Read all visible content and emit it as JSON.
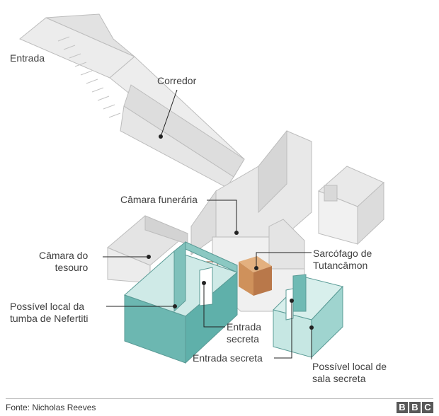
{
  "labels": {
    "entrada": "Entrada",
    "corredor": "Corredor",
    "camara_funeraria": "Câmara funerária",
    "camara_tesouro": [
      "Câmara do",
      "tesouro"
    ],
    "sarcofago": [
      "Sarcófago de",
      "Tutancâmon"
    ],
    "nefertiti": [
      "Possível local da",
      "tumba de Nefertiti"
    ],
    "entrada_secreta_1": [
      "Entrada",
      "secreta"
    ],
    "entrada_secreta_2": "Entrada secreta",
    "sala_secreta": [
      "Possível local de",
      "sala secreta"
    ]
  },
  "footer": {
    "source": "Fonte: Nicholas Reeves",
    "logo": [
      "B",
      "B",
      "C"
    ]
  },
  "colors": {
    "room_face_light": "#ededed",
    "room_face_mid": "#d7d7d7",
    "room_edge": "#bdbdbd",
    "teal_dark": "#5fb0aa",
    "teal_light": "#bfe3df",
    "sarcophagus": "#cf915b",
    "pointer": "#222222"
  }
}
